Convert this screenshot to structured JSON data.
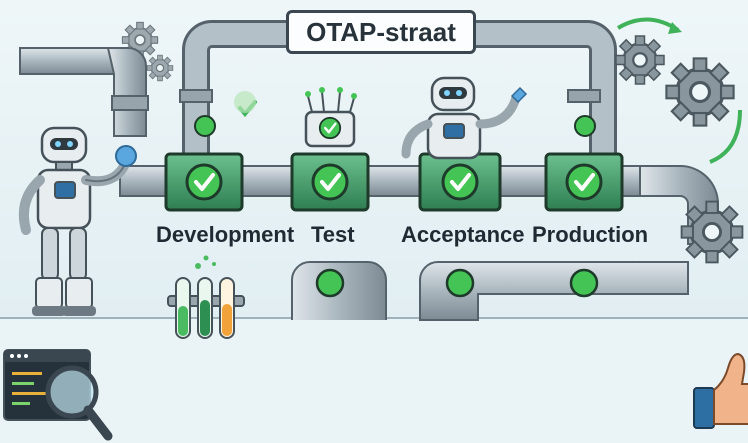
{
  "title": "OTAP-straat",
  "stages": [
    {
      "label": "Development"
    },
    {
      "label": "Test"
    },
    {
      "label": "Acceptance"
    },
    {
      "label": "Production"
    }
  ],
  "icons": [
    "gear-icon",
    "robot-icon",
    "checkmark-icon",
    "test-tube-icon",
    "magnifier-icon",
    "thumbs-up-icon",
    "code-window-icon"
  ],
  "colors": {
    "pipe": "#aeb9c1",
    "valve": "#3fa06a",
    "check": "#4cd15c",
    "background": "#f3f8fa"
  }
}
